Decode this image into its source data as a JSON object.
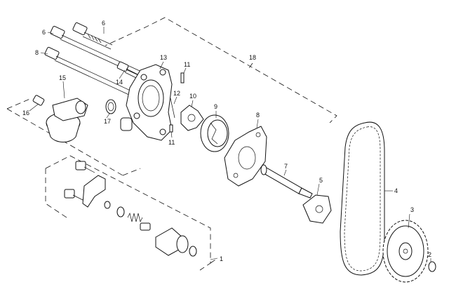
{
  "callouts": {
    "c1": "1",
    "c2": "2",
    "c3": "3",
    "c4": "4",
    "c5": "5",
    "c6a": "6",
    "c6b": "6",
    "c7": "7",
    "c8a": "8",
    "c8b": "8",
    "c9": "9",
    "c10": "10",
    "c11a": "11",
    "c11b": "11",
    "c12": "12",
    "c13": "13",
    "c14": "14",
    "c15": "15",
    "c16": "16",
    "c17": "17",
    "c18": "18"
  }
}
